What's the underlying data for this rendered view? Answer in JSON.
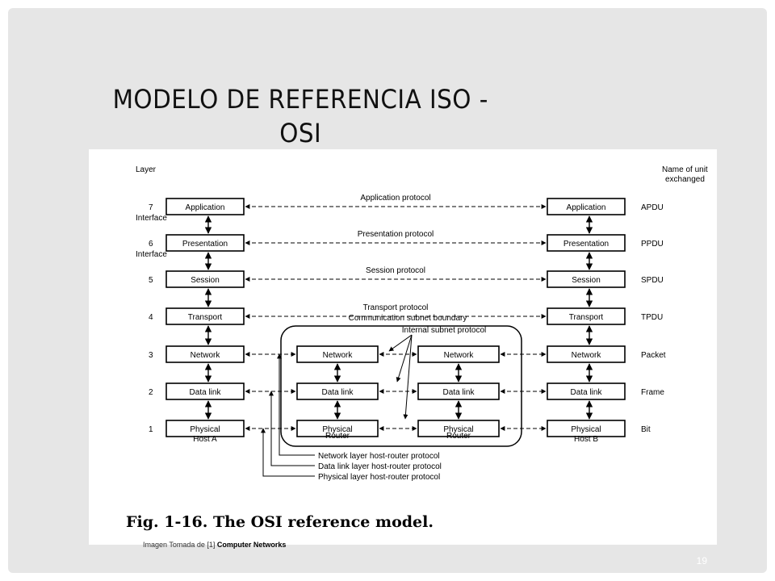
{
  "slide": {
    "title_line1": "MODELO DE REFERENCIA ISO -",
    "title_line2": "OSI",
    "credit_prefix": "Imagen Tomada de [1]",
    "credit_source": "Computer Networks",
    "page_number": "19"
  },
  "diagram": {
    "layer_header": "Layer",
    "unit_header_line1": "Name of unit",
    "unit_header_line2": "exchanged",
    "interface_label": "Interface",
    "layers": [
      {
        "number": "7",
        "name": "Application",
        "unit": "APDU",
        "protocol": "Application protocol"
      },
      {
        "number": "6",
        "name": "Presentation",
        "unit": "PPDU",
        "protocol": "Presentation protocol"
      },
      {
        "number": "5",
        "name": "Session",
        "unit": "SPDU",
        "protocol": "Session protocol"
      },
      {
        "number": "4",
        "name": "Transport",
        "unit": "TPDU",
        "protocol": "Transport protocol"
      },
      {
        "number": "3",
        "name": "Network",
        "unit": "Packet"
      },
      {
        "number": "2",
        "name": "Data link",
        "unit": "Frame"
      },
      {
        "number": "1",
        "name": "Physical",
        "unit": "Bit"
      }
    ],
    "subnet_boundary": "Communication subnet boundary",
    "internal_subnet_protocol": "Internal subnet protocol",
    "host_a": "Host A",
    "host_b": "Host B",
    "router": "Router",
    "legend": [
      "Network layer host-router protocol",
      "Data link layer host-router protocol",
      "Physical layer host-router protocol"
    ],
    "figure_caption": "Fig. 1-16. The OSI reference model."
  }
}
